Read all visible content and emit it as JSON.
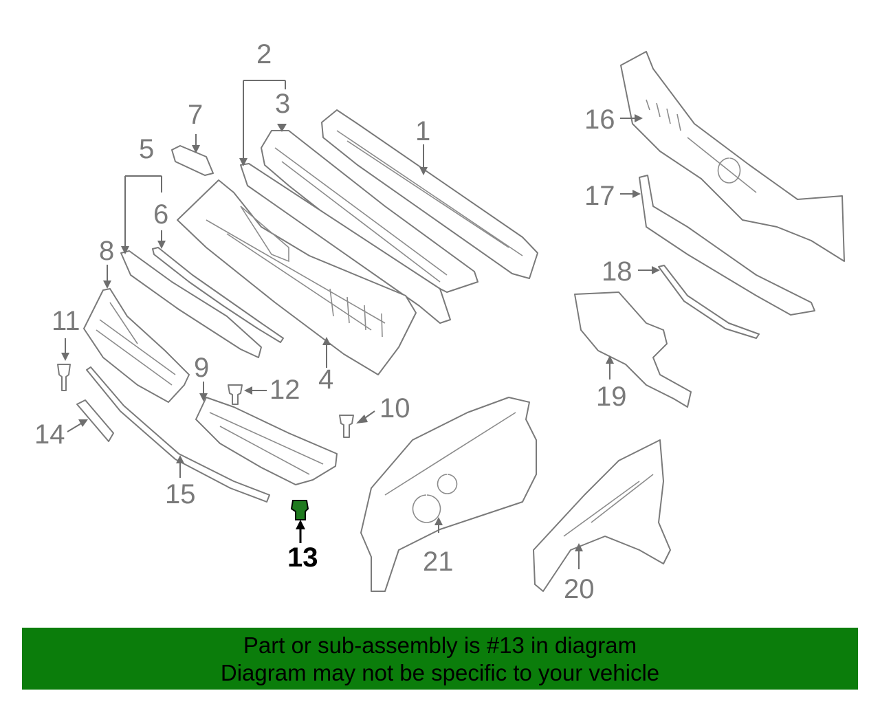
{
  "labels": {
    "l1": "1",
    "l2": "2",
    "l3": "3",
    "l4": "4",
    "l5": "5",
    "l6": "6",
    "l7": "7",
    "l8": "8",
    "l9": "9",
    "l10": "10",
    "l11": "11",
    "l12": "12",
    "l13": "13",
    "l14": "14",
    "l15": "15",
    "l16": "16",
    "l17": "17",
    "l18": "18",
    "l19": "19",
    "l20": "20",
    "l21": "21"
  },
  "highlight": {
    "part": "13",
    "color": "#0b7d0b"
  },
  "banner": {
    "line1": "Part or sub-assembly is #13 in diagram",
    "line2": "Diagram may not be specific to your vehicle"
  }
}
